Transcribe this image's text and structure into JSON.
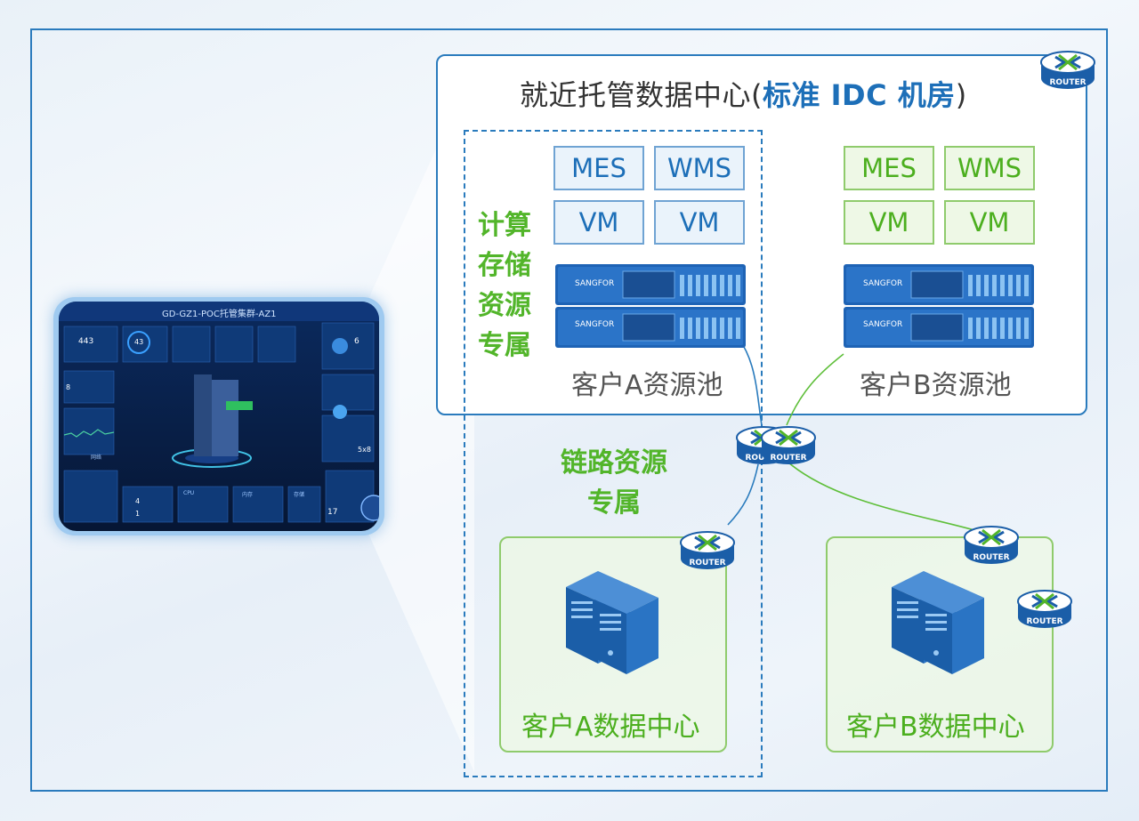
{
  "idc": {
    "title_prefix": "就近托管数据中心(",
    "title_highlight": "标准 IDC 机房",
    "title_suffix": ")"
  },
  "vertical_label": [
    "计算",
    "存储",
    "资源",
    "专属"
  ],
  "link_label": [
    "链路资源",
    "专属"
  ],
  "pool_a": {
    "apps": [
      "MES",
      "WMS",
      "VM",
      "VM"
    ],
    "label": "客户A资源池"
  },
  "pool_b": {
    "apps": [
      "MES",
      "WMS",
      "VM",
      "VM"
    ],
    "label": "客户B资源池"
  },
  "server_brand": "SANGFOR",
  "router_label": "ROUTER",
  "customer_a": {
    "label": "客户A数据中心"
  },
  "customer_b": {
    "label": "客户B数据中心"
  },
  "dashboard": {
    "title": "GD-GZ1-POC托管集群-AZ1",
    "stats": [
      "443",
      "43",
      "6",
      "17",
      "5x8",
      "1",
      "4",
      "8"
    ],
    "labels": [
      "CPU",
      "内存",
      "存储",
      "网络"
    ]
  },
  "colors": {
    "blue": "#2a7bbd",
    "green": "#52b52a",
    "title_highlight": "#1d6fb8"
  }
}
